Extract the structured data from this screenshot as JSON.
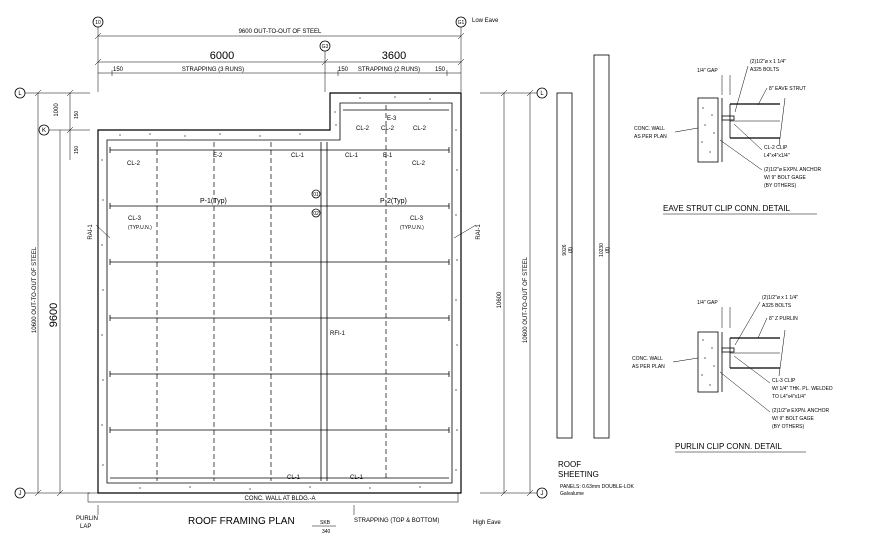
{
  "grid_bubbles": {
    "g10": "10",
    "g61": "G1",
    "g63": "G3",
    "gL_left": "L",
    "gK_left": "K",
    "gJ_left": "J",
    "gL_right": "L",
    "gJ_right": "J"
  },
  "top_dims": {
    "overall": "9600 OUT-TO-OUT OF STEEL",
    "low_eave": "Low Eave",
    "bay1": "6000",
    "bay2": "3600",
    "strap1": "STRAPPING (3 RUNS)",
    "strap2": "STRAPPING (2 RUNS)",
    "edge150_a": "150",
    "edge150_b": "150",
    "edge150_c": "150"
  },
  "left_dims": {
    "d1000": "1000",
    "d150a": "150",
    "d150b": "150",
    "overall": "10600 OUT-TO-OUT OF STEEL",
    "big": "9600"
  },
  "right_dims": {
    "overall": "10600 OUT-TO-OUT OF STEEL",
    "d10600": "10600"
  },
  "plan_labels": {
    "cl2_a": "CL-2",
    "e2": "E-2",
    "cl1_a": "CL-1",
    "cl1_b": "CL-1",
    "e1": "E-1",
    "cl2_b": "CL-2",
    "cl2_c": "CL-2",
    "e3": "E-3",
    "cl2_d": "CL-2",
    "cl2_e": "CL-2",
    "p1": "P-1(Typ)",
    "p2": "P-2(Typ)",
    "cl3_left": "CL-3",
    "typ_left": "(TYP.U.N.)",
    "cl3_right": "CL-3",
    "typ_right": "(TYP.U.N.)",
    "ra1_left": "RAI-1",
    "ra1_right": "RAI-1",
    "rf1": "RFI-1",
    "cl1_bottom_a": "CL-1",
    "cl1_bottom_b": "CL-1",
    "conc_wall": "CONC. WALL AT BLDG.-A",
    "tag1": "01",
    "tag2": "02"
  },
  "bottom_labels": {
    "purlin_lap": "PURLIN\nLAP",
    "purlin": "PURLIN",
    "lap": "LAP",
    "title": "ROOF FRAMING PLAN",
    "scale_top": "SKB",
    "scale_bot": "340",
    "strapping": "STRAPPING (TOP & BOTTOM)",
    "high_eave": "High Eave"
  },
  "sheeting": {
    "panel1": "9026\n(8)",
    "panel1_a": "9026",
    "panel1_b": "(8)",
    "panel2_a": "10230",
    "panel2_b": "(8)",
    "title1": "ROOF",
    "title2": "SHEETING",
    "note1": "PANELS:  0.63mm DOUBLE-LOK",
    "note2": "Galvalume"
  },
  "eave_detail": {
    "gap": "1/4\" GAP",
    "bolts1": "(2)1/2\"ø x 1 1/4\"",
    "bolts2": "A325 BOLTS",
    "strut": "8\" EAVE STRUT",
    "wall1": "CONC. WALL",
    "wall2": "AS PER PLAN",
    "clip1": "CL-2 CLIP",
    "clip2": "L4\"x4\"x1/4\"",
    "anchor1": "(2)1/2\"ø EXPN. ANCHOR",
    "anchor2": "W/ 9\" BOLT GAGE",
    "anchor3": "(BY OTHERS)",
    "title": "EAVE STRUT CLIP CONN. DETAIL"
  },
  "purlin_detail": {
    "gap": "1/4\" GAP",
    "bolts1": "(2)1/2\"ø x 1 1/4\"",
    "bolts2": "A325 BOLTS",
    "purlin": "8\" Z PURLIN",
    "wall1": "CONC. WALL",
    "wall2": "AS PER PLAN",
    "clip1": "CL-3 CLIP",
    "clip2": "W/ 1/4\" THK. PL. WELDED",
    "clip3": "TO L4\"x4\"x1/4\"",
    "anchor1": "(2)1/2\"ø EXPN. ANCHOR",
    "anchor2": "W/ 9\" BOLT GAGE",
    "anchor3": "(BY OTHERS)",
    "title": "PURLIN CLIP CONN. DETAIL"
  }
}
